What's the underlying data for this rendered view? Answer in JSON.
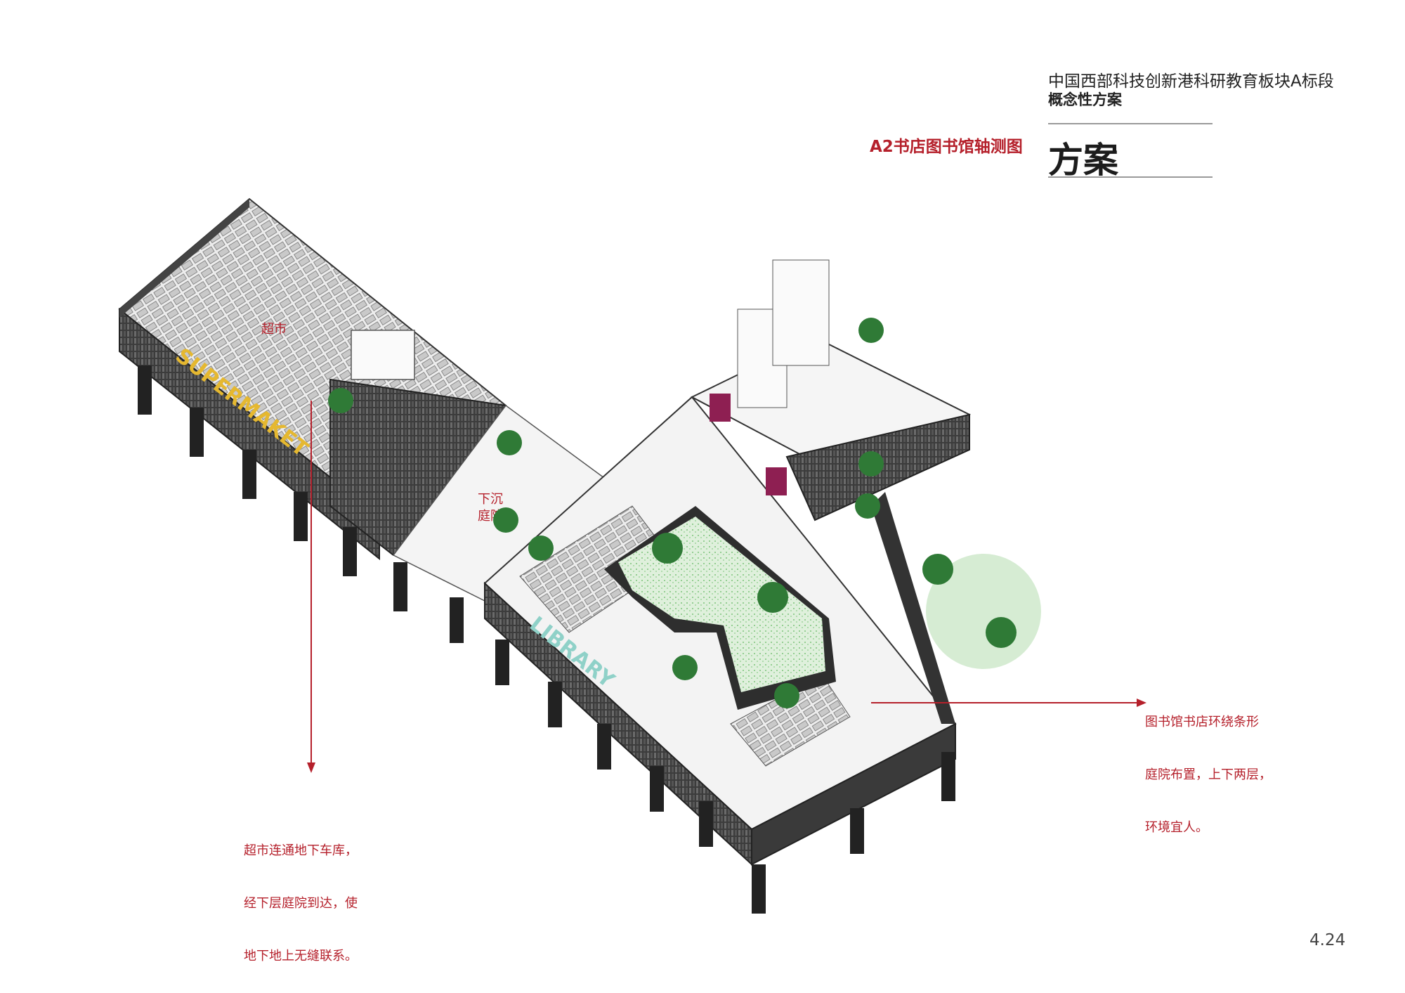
{
  "header": {
    "project_title": "中国西部科技创新港科研教育板块A标段",
    "subtitle": "概念性方案",
    "section_title": "方案",
    "drawing_title": "A2书店图书馆轴测图"
  },
  "labels": {
    "supermarket_zh": "超市",
    "sunken_courtyard_zh_1": "下沉",
    "sunken_courtyard_zh_2": "庭院",
    "supermarket_sign": "SUPERMAKET",
    "library_sign": "LIBRARY"
  },
  "annotations": {
    "left_note": [
      "超市连通地下车库，",
      "经下层庭院到达，使",
      "地下地上无缝联系。"
    ],
    "right_note": [
      "图书馆书店环绕条形",
      "庭院布置，上下两层，",
      "环境宜人。"
    ]
  },
  "page_number": "4.24",
  "colors": {
    "accent_red": "#b5202b",
    "building_dark": "#2b2b2b",
    "facade_grey": "#5a5a5a",
    "floor_light": "#f2f2f2",
    "greenery": "#7cc37a",
    "supermarket_sign": "#e5b830",
    "library_sign": "#8fd1c8",
    "furniture_magenta": "#8e1f52"
  }
}
